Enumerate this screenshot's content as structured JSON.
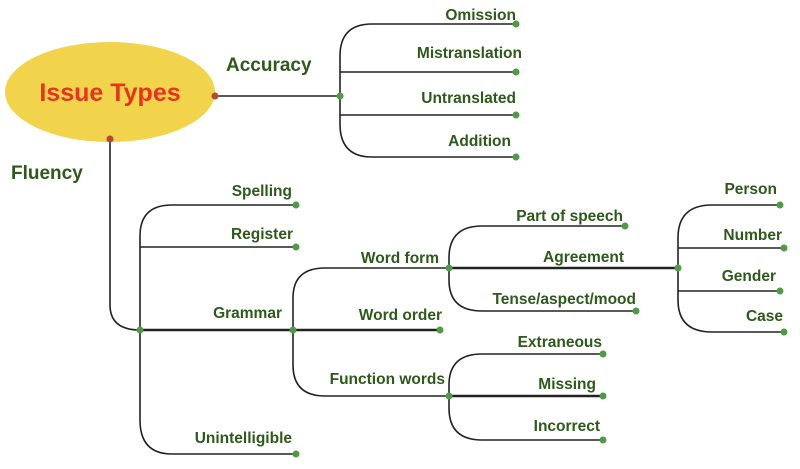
{
  "root": {
    "label": "Issue Types",
    "fill_color": "#f2d44c",
    "text_color": "#e8331f"
  },
  "label_color": "#2d5a1b",
  "line_color": "#222222",
  "dot_color": "#4f9a46",
  "accuracy": {
    "label": "Accuracy",
    "children": [
      "Omission",
      "Mistranslation",
      "Untranslated",
      "Addition"
    ]
  },
  "fluency": {
    "label": "Fluency",
    "children": {
      "spelling": "Spelling",
      "register": "Register",
      "grammar": "Grammar",
      "unintelligible": "Unintelligible"
    }
  },
  "grammar": {
    "word_form": "Word form",
    "word_order": "Word order",
    "function_words": "Function words"
  },
  "word_form": {
    "part_of_speech": "Part of speech",
    "agreement": "Agreement",
    "tense_aspect_mood": "Tense/aspect/mood"
  },
  "agreement": [
    "Person",
    "Number",
    "Gender",
    "Case"
  ],
  "function_words": [
    "Extraneous",
    "Missing",
    "Incorrect"
  ]
}
